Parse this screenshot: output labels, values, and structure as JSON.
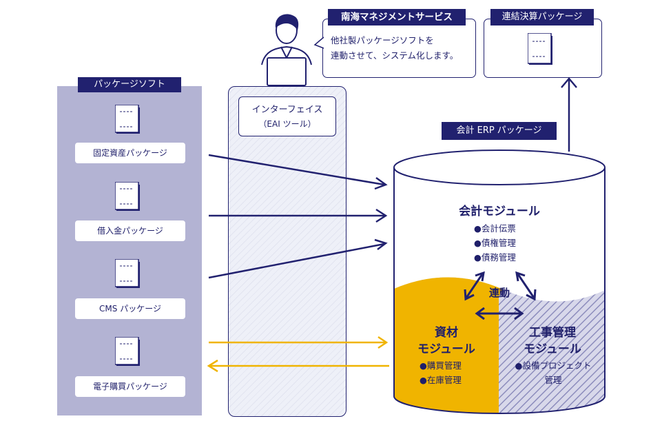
{
  "package_panel": {
    "title": "パッケージソフト",
    "items": [
      {
        "label": "固定資産パッケージ"
      },
      {
        "label": "借入金パッケージ"
      },
      {
        "label": "CMS パッケージ"
      },
      {
        "label": "電子購買パッケージ"
      }
    ]
  },
  "interface": {
    "line1": "インターフェイス",
    "line2": "（EAI ツール）"
  },
  "company": {
    "name": "南海マネジメントサービス",
    "message_line1": "他社製パッケージソフトを",
    "message_line2": "連動させて、システム化します。"
  },
  "consolidated": {
    "title": "連結決算パッケージ"
  },
  "erp": {
    "title": "会計 ERP パッケージ",
    "accounting_module": {
      "title": "会計モジュール",
      "items": [
        "●会計伝票",
        "●債権管理",
        "●債務管理"
      ]
    },
    "link_label": "連動",
    "materials_module": {
      "title_line1": "資材",
      "title_line2": "モジュール",
      "items": [
        "●購買管理",
        "●在庫管理"
      ]
    },
    "construction_module": {
      "title_line1": "工事管理",
      "title_line2": "モジュール",
      "item_line1": "●設備プロジェクト",
      "item_line2": "管理"
    }
  },
  "colors": {
    "navy": "#21216f",
    "panel_lavender": "#b3b3d3",
    "materials_yellow": "#f0b400",
    "arrow_yellow": "#f0b400"
  }
}
